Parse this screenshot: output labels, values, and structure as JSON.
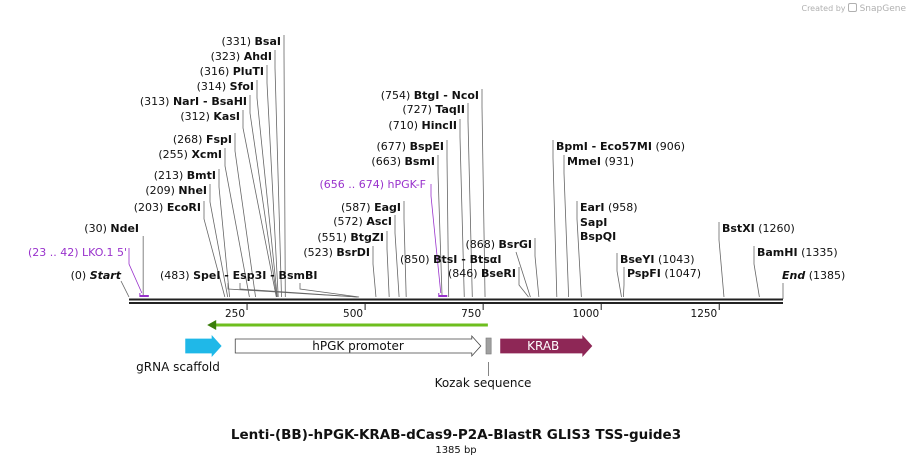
{
  "credit": {
    "prefix": "Created by",
    "brand": "SnapGene"
  },
  "sequence": {
    "start": 0,
    "end": 1385
  },
  "title": "Lenti-(BB)-hPGK-KRAB-dCas9-P2A-BlastR GLIS3 TSS-guide3",
  "subtitle": "1385 bp",
  "ticks": [
    "250",
    "500",
    "750",
    "1000",
    "1250"
  ],
  "tick_positions": [
    250,
    500,
    750,
    1000,
    1250
  ],
  "end_labels": {
    "start": {
      "pos_text": "(0)",
      "name": "Start",
      "pos": 0
    },
    "end": {
      "pos_text": "(1385)",
      "name": "End",
      "pos": 1385
    }
  },
  "sites": [
    {
      "pos": 30,
      "pos_text": "(30)",
      "name": "NdeI"
    },
    {
      "pos": 203,
      "pos_text": "(203)",
      "name": "EcoRI"
    },
    {
      "pos": 209,
      "pos_text": "(209)",
      "name": "NheI"
    },
    {
      "pos": 213,
      "pos_text": "(213)",
      "name": "BmtI"
    },
    {
      "pos": 255,
      "pos_text": "(255)",
      "name": "XcmI"
    },
    {
      "pos": 268,
      "pos_text": "(268)",
      "name": "FspI"
    },
    {
      "pos": 312,
      "pos_text": "(312)",
      "name": "KasI"
    },
    {
      "pos": 313,
      "pos_text": "(313)",
      "name": "NarI - BsaHI"
    },
    {
      "pos": 314,
      "pos_text": "(314)",
      "name": "SfoI"
    },
    {
      "pos": 316,
      "pos_text": "(316)",
      "name": "PluTI"
    },
    {
      "pos": 323,
      "pos_text": "(323)",
      "name": "AhdI"
    },
    {
      "pos": 331,
      "pos_text": "(331)",
      "name": "BsaI"
    },
    {
      "pos": 483,
      "pos_text": "(483)",
      "name": "SpeI - Esp3I - BsmBI"
    },
    {
      "pos": 523,
      "pos_text": "(523)",
      "name": "BsrDI"
    },
    {
      "pos": 551,
      "pos_text": "(551)",
      "name": "BtgZI"
    },
    {
      "pos": 572,
      "pos_text": "(572)",
      "name": "AscI"
    },
    {
      "pos": 587,
      "pos_text": "(587)",
      "name": "EagI"
    },
    {
      "pos": 663,
      "pos_text": "(663)",
      "name": "BsmI"
    },
    {
      "pos": 677,
      "pos_text": "(677)",
      "name": "BspEI"
    },
    {
      "pos": 710,
      "pos_text": "(710)",
      "name": "HincII"
    },
    {
      "pos": 727,
      "pos_text": "(727)",
      "name": "TaqII"
    },
    {
      "pos": 754,
      "pos_text": "(754)",
      "name": "BtgI - NcoI"
    },
    {
      "pos": 846,
      "pos_text": "(846)",
      "name": "BseRI"
    },
    {
      "pos": 850,
      "pos_text": "(850)",
      "name": "BtsI - BtsαI"
    },
    {
      "pos": 868,
      "pos_text": "(868)",
      "name": "BsrGI"
    },
    {
      "pos": 906,
      "pos_text": "(906)",
      "name": "BpmI - Eco57MI"
    },
    {
      "pos": 931,
      "pos_text": "(931)",
      "name": "MmeI"
    },
    {
      "pos": 958,
      "pos_text": "(958)",
      "name": "EarI"
    },
    {
      "pos": 958,
      "pos_text": "",
      "name": "SapI"
    },
    {
      "pos": 958,
      "pos_text": "",
      "name": "BspQI"
    },
    {
      "pos": 1043,
      "pos_text": "(1043)",
      "name": "BseYI"
    },
    {
      "pos": 1047,
      "pos_text": "(1047)",
      "name": "PspFI"
    },
    {
      "pos": 1260,
      "pos_text": "(1260)",
      "name": "BstXI"
    },
    {
      "pos": 1335,
      "pos_text": "(1335)",
      "name": "BamHI"
    }
  ],
  "primers": [
    {
      "range_text": "(23 .. 42)",
      "name": "LKO.1 5'",
      "start": 23,
      "end": 42
    },
    {
      "range_text": "(656 .. 674)",
      "name": "hPGK-F",
      "start": 656,
      "end": 674
    }
  ],
  "features": [
    {
      "name": "gRNA scaffold",
      "start": 120,
      "end": 195,
      "direction": "forward",
      "color": "#1fb8e8"
    },
    {
      "name": "hPGK promoter",
      "start": 225,
      "end": 745,
      "direction": "forward",
      "color": "#ffffff"
    },
    {
      "name": "Kozak sequence",
      "start": 756,
      "end": 767,
      "direction": "none",
      "color": "#a0a0a0"
    },
    {
      "name": "KRAB",
      "start": 787,
      "end": 980,
      "direction": "forward",
      "color": "#8e2756"
    }
  ],
  "orf": {
    "start": 155,
    "end": 760,
    "direction": "reverse",
    "color": "#6ebe1e"
  },
  "colors": {
    "primer": "#9932cc",
    "backbone": "#222222"
  }
}
